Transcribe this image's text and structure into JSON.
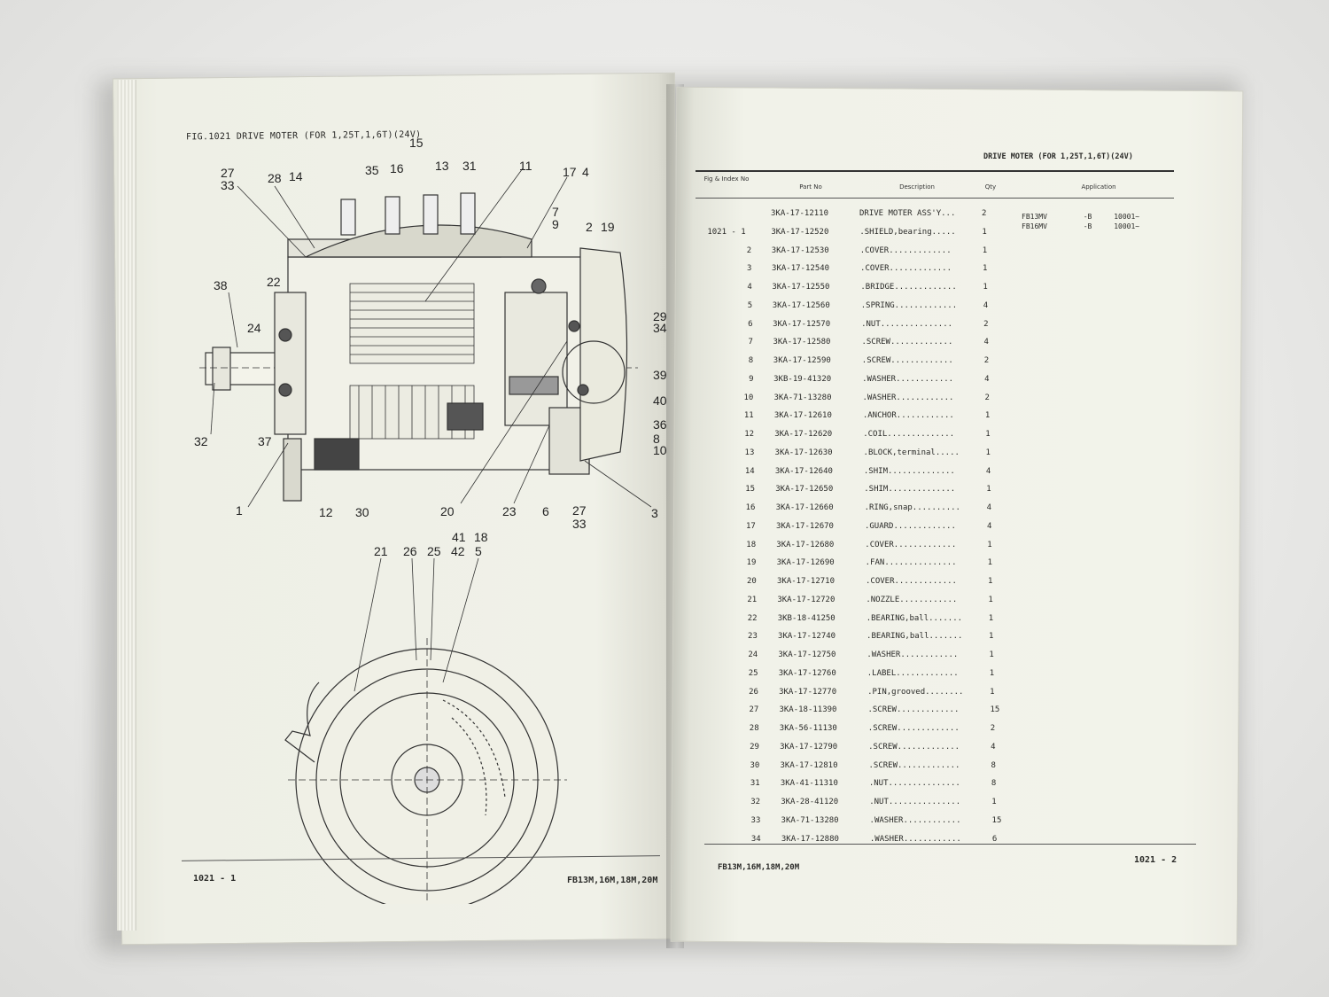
{
  "left_page": {
    "fig_title": "FIG.1021  DRIVE MOTER (FOR 1,25T,1,6T)(24V)",
    "page_number": "1021 - 1",
    "model": "FB13M,16M,18M,20M",
    "callouts": [
      "15",
      "27",
      "33",
      "28",
      "14",
      "35",
      "16",
      "13",
      "31",
      "11",
      "17",
      "4",
      "7",
      "9",
      "2",
      "19",
      "38",
      "22",
      "24",
      "29",
      "34",
      "39",
      "40",
      "36",
      "8",
      "10",
      "32",
      "37",
      "1",
      "12",
      "30",
      "20",
      "23",
      "6",
      "27",
      "33",
      "3",
      "41",
      "18",
      "21",
      "26",
      "25",
      "42",
      "5"
    ]
  },
  "right_page": {
    "header": "DRIVE MOTER (FOR 1,25T,1,6T)(24V)",
    "page_number": "1021 - 2",
    "model": "FB13M,16M,18M,20M",
    "columns": {
      "fig_index": "Fig & Index No",
      "part_no": "Part No",
      "description": "Description",
      "qty": "Qty",
      "application": "Application"
    },
    "application": {
      "line1_model": "FB13MV",
      "line1_code": "-B",
      "line1_serial": "10001~",
      "line2_model": "FB16MV",
      "line2_code": "-B",
      "line2_serial": "10001~"
    },
    "rows": [
      {
        "idx": "",
        "part": "3KA-17-12110",
        "desc": "DRIVE MOTER ASS'Y...",
        "qty": "2"
      },
      {
        "idx": "1021 - 1",
        "part": "3KA-17-12520",
        "desc": ".SHIELD,bearing.....",
        "qty": "1"
      },
      {
        "idx": "2",
        "part": "3KA-17-12530",
        "desc": ".COVER.............",
        "qty": "1"
      },
      {
        "idx": "3",
        "part": "3KA-17-12540",
        "desc": ".COVER.............",
        "qty": "1"
      },
      {
        "idx": "4",
        "part": "3KA-17-12550",
        "desc": ".BRIDGE.............",
        "qty": "1"
      },
      {
        "idx": "5",
        "part": "3KA-17-12560",
        "desc": ".SPRING.............",
        "qty": "4"
      },
      {
        "idx": "6",
        "part": "3KA-17-12570",
        "desc": ".NUT...............",
        "qty": "2"
      },
      {
        "idx": "7",
        "part": "3KA-17-12580",
        "desc": ".SCREW.............",
        "qty": "4"
      },
      {
        "idx": "8",
        "part": "3KA-17-12590",
        "desc": ".SCREW.............",
        "qty": "2"
      },
      {
        "idx": "9",
        "part": "3KB-19-41320",
        "desc": ".WASHER............",
        "qty": "4"
      },
      {
        "idx": "10",
        "part": "3KA-71-13280",
        "desc": ".WASHER............",
        "qty": "2"
      },
      {
        "idx": "11",
        "part": "3KA-17-12610",
        "desc": ".ANCHOR............",
        "qty": "1"
      },
      {
        "idx": "12",
        "part": "3KA-17-12620",
        "desc": ".COIL..............",
        "qty": "1"
      },
      {
        "idx": "13",
        "part": "3KA-17-12630",
        "desc": ".BLOCK,terminal.....",
        "qty": "1"
      },
      {
        "idx": "14",
        "part": "3KA-17-12640",
        "desc": ".SHIM..............",
        "qty": "4"
      },
      {
        "idx": "15",
        "part": "3KA-17-12650",
        "desc": ".SHIM..............",
        "qty": "1"
      },
      {
        "idx": "16",
        "part": "3KA-17-12660",
        "desc": ".RING,snap..........",
        "qty": "4"
      },
      {
        "idx": "17",
        "part": "3KA-17-12670",
        "desc": ".GUARD.............",
        "qty": "4"
      },
      {
        "idx": "18",
        "part": "3KA-17-12680",
        "desc": ".COVER.............",
        "qty": "1"
      },
      {
        "idx": "19",
        "part": "3KA-17-12690",
        "desc": ".FAN...............",
        "qty": "1"
      },
      {
        "idx": "20",
        "part": "3KA-17-12710",
        "desc": ".COVER.............",
        "qty": "1"
      },
      {
        "idx": "21",
        "part": "3KA-17-12720",
        "desc": ".NOZZLE............",
        "qty": "1"
      },
      {
        "idx": "22",
        "part": "3KB-18-41250",
        "desc": ".BEARING,ball.......",
        "qty": "1"
      },
      {
        "idx": "23",
        "part": "3KA-17-12740",
        "desc": ".BEARING,ball.......",
        "qty": "1"
      },
      {
        "idx": "24",
        "part": "3KA-17-12750",
        "desc": ".WASHER............",
        "qty": "1"
      },
      {
        "idx": "25",
        "part": "3KA-17-12760",
        "desc": ".LABEL.............",
        "qty": "1"
      },
      {
        "idx": "26",
        "part": "3KA-17-12770",
        "desc": ".PIN,grooved........",
        "qty": "1"
      },
      {
        "idx": "27",
        "part": "3KA-18-11390",
        "desc": ".SCREW.............",
        "qty": "15"
      },
      {
        "idx": "28",
        "part": "3KA-56-11130",
        "desc": ".SCREW.............",
        "qty": "2"
      },
      {
        "idx": "29",
        "part": "3KA-17-12790",
        "desc": ".SCREW.............",
        "qty": "4"
      },
      {
        "idx": "30",
        "part": "3KA-17-12810",
        "desc": ".SCREW.............",
        "qty": "8"
      },
      {
        "idx": "31",
        "part": "3KA-41-11310",
        "desc": ".NUT...............",
        "qty": "8"
      },
      {
        "idx": "32",
        "part": "3KA-28-41120",
        "desc": ".NUT...............",
        "qty": "1"
      },
      {
        "idx": "33",
        "part": "3KA-71-13280",
        "desc": ".WASHER............",
        "qty": "15"
      },
      {
        "idx": "34",
        "part": "3KA-17-12880",
        "desc": ".WASHER............",
        "qty": "6"
      }
    ]
  }
}
